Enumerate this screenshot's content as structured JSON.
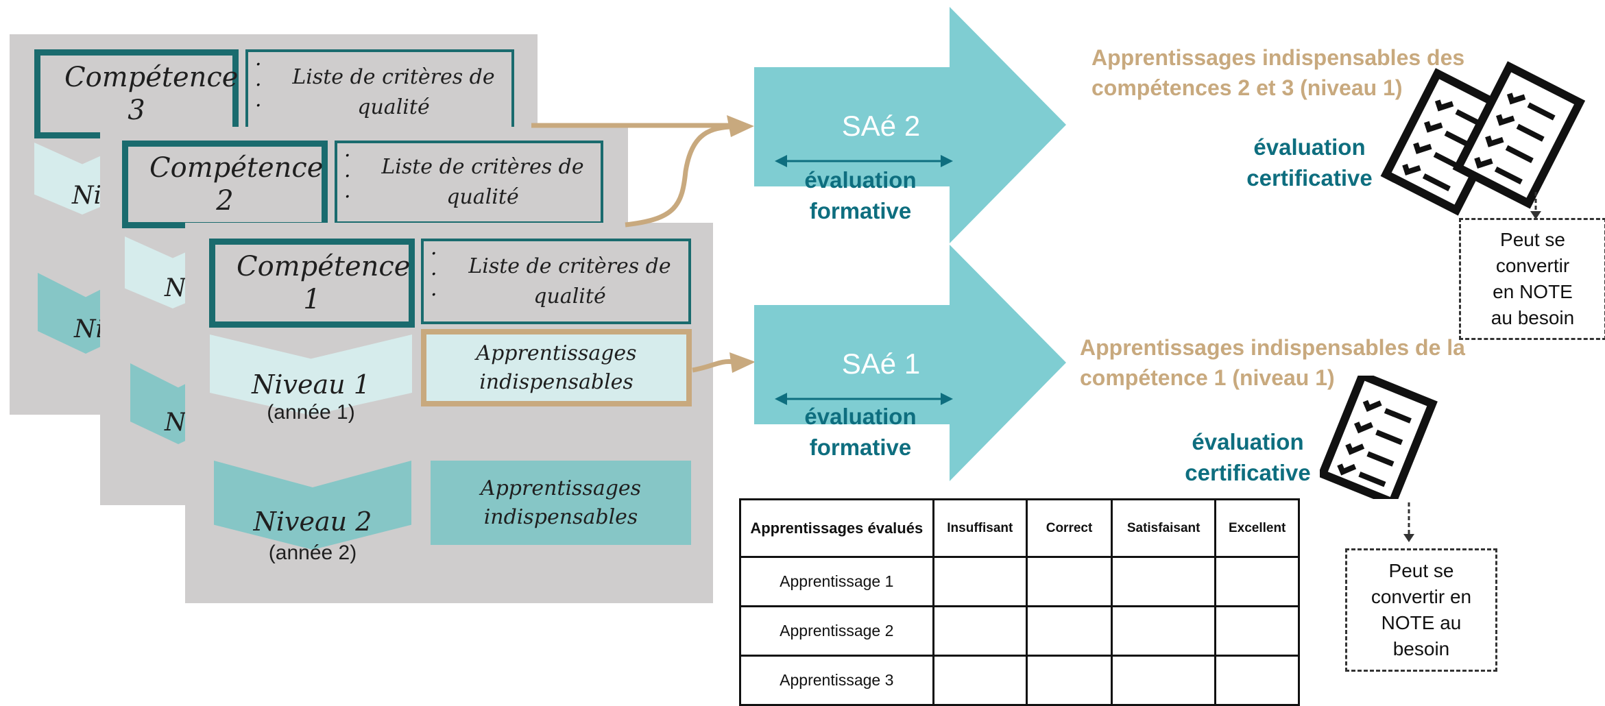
{
  "cards": {
    "c3": {
      "competence": "Compétence 3",
      "criteres": "Liste de critères de qualité",
      "niveau_partial_1": "Ni",
      "niveau_partial_2": "Ni"
    },
    "c2": {
      "competence": "Compétence 2",
      "criteres": "Liste de critères de qualité",
      "niveau_partial_1": "N",
      "niveau_partial_2": "N"
    },
    "c1": {
      "competence": "Compétence 1",
      "criteres": "Liste de critères de qualité",
      "niveau1": "Niveau 1",
      "annee1": "(année 1)",
      "apprentissages1": "Apprentissages indispensables",
      "niveau2": "Niveau 2",
      "annee2": "(année 2)",
      "apprentissages2": "Apprentissages indispensables"
    }
  },
  "arrows": {
    "sae2": {
      "label": "SAé 2",
      "formative": "évaluation formative"
    },
    "sae1": {
      "label": "SAé 1",
      "formative": "évaluation formative"
    }
  },
  "right_top": {
    "title": "Apprentissages indispensables des compétences 2 et 3 (niveau 1)",
    "certificative": "évaluation certificative",
    "note": "Peut se convertir en NOTE au besoin"
  },
  "right_bottom": {
    "title": "Apprentissages indispensables de la compétence 1 (niveau 1)",
    "certificative": "évaluation certificative",
    "note": "Peut se convertir en NOTE au besoin"
  },
  "table": {
    "headers": [
      "Apprentissages évalués",
      "Insuffisant",
      "Correct",
      "Satisfaisant",
      "Excellent"
    ],
    "rows": [
      "Apprentissage 1",
      "Apprentissage 2",
      "Apprentissage 3"
    ]
  },
  "colors": {
    "teal_dark": "#1a6b6e",
    "teal_light": "#7fcdd2",
    "tan": "#c8a97e",
    "card_gray": "#cfcdcd",
    "text_teal": "#0e6e7f"
  },
  "icons": [
    "checklist-icon",
    "checklist-icon",
    "checklist-icon"
  ]
}
